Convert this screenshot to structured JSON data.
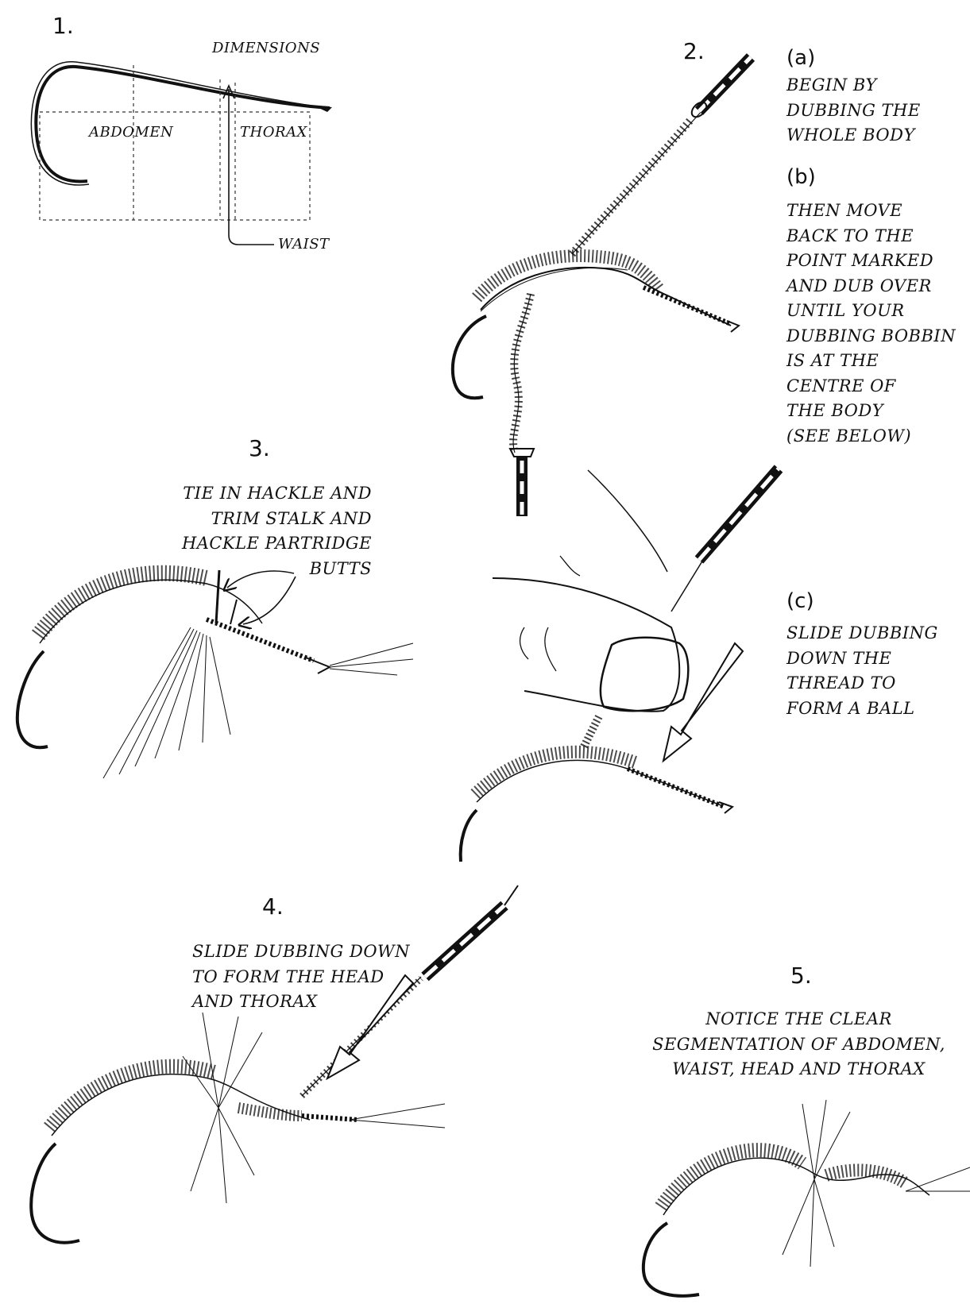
{
  "step1": {
    "number": "1.",
    "labels": {
      "dimensions": "DIMENSIONS",
      "abdomen": "ABDOMEN",
      "thorax": "THORAX",
      "waist": "WAIST"
    }
  },
  "step2": {
    "number": "2.",
    "a": {
      "marker": "(a)",
      "lines": [
        "BEGIN BY",
        "DUBBING THE",
        "WHOLE BODY"
      ]
    },
    "b": {
      "marker": "(b)",
      "lines": [
        "THEN MOVE",
        "BACK TO THE",
        "POINT MARKED",
        "AND DUB OVER",
        "UNTIL YOUR",
        "DUBBING BOBBIN",
        "IS AT THE",
        "CENTRE OF",
        "THE BODY",
        "(SEE BELOW)"
      ]
    },
    "c": {
      "marker": "(c)",
      "lines": [
        "SLIDE DUBBING",
        "DOWN THE",
        "THREAD TO",
        "FORM A BALL"
      ]
    }
  },
  "step3": {
    "number": "3.",
    "lines": [
      "TIE IN HACKLE AND",
      "TRIM STALK AND",
      "HACKLE PARTRIDGE",
      "BUTTS"
    ]
  },
  "step4": {
    "number": "4.",
    "lines": [
      "SLIDE DUBBING DOWN",
      "TO FORM THE HEAD",
      "AND THORAX"
    ]
  },
  "step5": {
    "number": "5.",
    "lines": [
      "NOTICE THE CLEAR",
      "SEGMENTATION OF ABDOMEN,",
      "WAIST, HEAD AND THORAX"
    ]
  }
}
